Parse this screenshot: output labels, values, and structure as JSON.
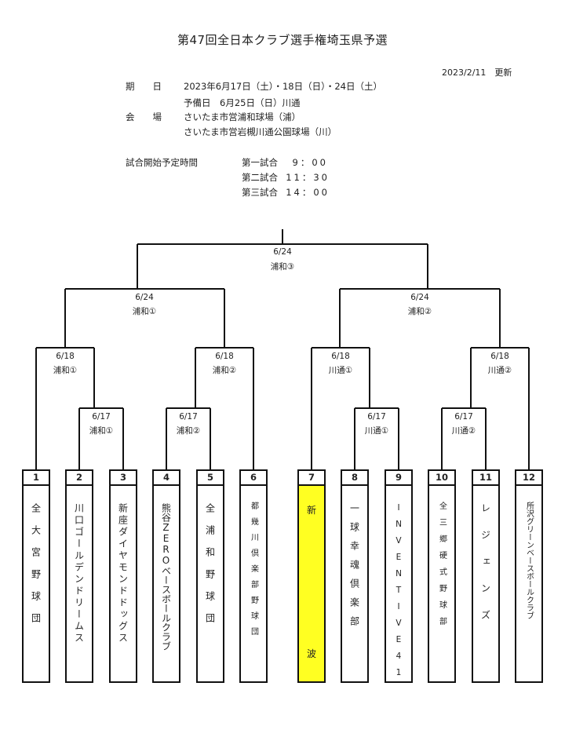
{
  "title": "第47回全日本クラブ選手権埼玉県予選",
  "updated": "2023/2/11　更新",
  "info": {
    "period_label": "期　　日",
    "period_value": "2023年6月17日（土）・18日（日）・24日（土）",
    "reserve": "予備日　6月25日（日）川通",
    "venue_label": "会　　場",
    "venue_1": "さいたま市営浦和球場（浦）",
    "venue_2": "さいたま市営岩槻川通公園球場（川）",
    "time_label": "試合開始予定時間",
    "times": [
      {
        "name": "第一試合",
        "time": "9：00"
      },
      {
        "name": "第二試合",
        "time": "11：30"
      },
      {
        "name": "第三試合",
        "time": "14：00"
      }
    ]
  },
  "matches": {
    "final": {
      "date": "6/24",
      "venue": "浦和③"
    },
    "semi_left": {
      "date": "6/24",
      "venue": "浦和①"
    },
    "semi_right": {
      "date": "6/24",
      "venue": "浦和②"
    },
    "qf1": {
      "date": "6/18",
      "venue": "浦和①"
    },
    "qf2": {
      "date": "6/18",
      "venue": "浦和②"
    },
    "qf3": {
      "date": "6/18",
      "venue": "川通①"
    },
    "qf4": {
      "date": "6/18",
      "venue": "川通②"
    },
    "r1a": {
      "date": "6/17",
      "venue": "浦和①"
    },
    "r1b": {
      "date": "6/17",
      "venue": "浦和②"
    },
    "r1c": {
      "date": "6/17",
      "venue": "川通①"
    },
    "r1d": {
      "date": "6/17",
      "venue": "川通②"
    }
  },
  "teams": [
    {
      "num": "1",
      "name": "全大宮野球団"
    },
    {
      "num": "2",
      "name": "川口ゴールデンドリームス"
    },
    {
      "num": "3",
      "name": "新座ダイヤモンドドッグス"
    },
    {
      "num": "4",
      "name": "熊谷ZEROベースボールクラブ"
    },
    {
      "num": "5",
      "name": "全浦和野球団"
    },
    {
      "num": "6",
      "name": "都幾川倶楽部野球団"
    },
    {
      "num": "7",
      "name": "新波",
      "highlight": "#ffff22"
    },
    {
      "num": "8",
      "name": "一球幸魂倶楽部"
    },
    {
      "num": "9",
      "name": "INVENTIVE41"
    },
    {
      "num": "10",
      "name": "全三郷硬式野球部"
    },
    {
      "num": "11",
      "name": "レジェンズ"
    },
    {
      "num": "12",
      "name": "所沢グリーンベースボールクラブ"
    }
  ]
}
